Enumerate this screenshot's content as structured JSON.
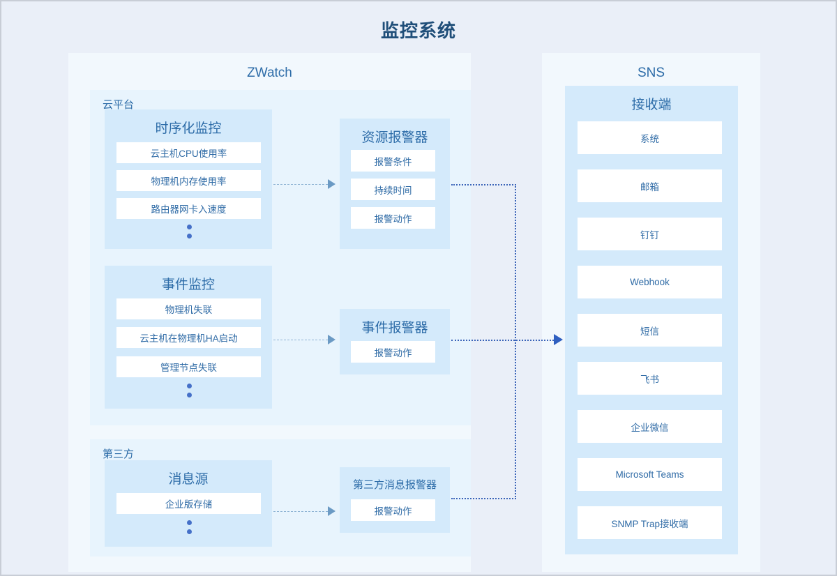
{
  "page": {
    "title": "监控系统",
    "background_color": "#eaeff8"
  },
  "colors": {
    "title": "#1f4e79",
    "heading": "#2d6ca8",
    "panel": "#f2f8fd",
    "group": "#e8f4fd",
    "card": "#d4eafb",
    "item_bg": "#ffffff",
    "item_text": "#2f6ba6",
    "dashed_connector": "#8fb4d4",
    "dotted_connector": "#3a63b8",
    "dot_marker": "#4570c8"
  },
  "zwatch": {
    "heading": "ZWatch",
    "groups": [
      {
        "label": "云平台",
        "cards": [
          {
            "title": "时序化监控",
            "items": [
              "云主机CPU使用率",
              "物理机内存使用率",
              "路由器网卡入速度"
            ],
            "has_ellipsis": true
          },
          {
            "title": "事件监控",
            "items": [
              "物理机失联",
              "云主机在物理机HA启动",
              "管理节点失联"
            ],
            "has_ellipsis": true
          }
        ]
      },
      {
        "label": "第三方",
        "cards": [
          {
            "title": "消息源",
            "items": [
              "企业版存储"
            ],
            "has_ellipsis": true
          }
        ]
      }
    ],
    "alarms": [
      {
        "title": "资源报警器",
        "items": [
          "报警条件",
          "持续时间",
          "报警动作"
        ]
      },
      {
        "title": "事件报警器",
        "items": [
          "报警动作"
        ]
      },
      {
        "title": "第三方消息报警器",
        "items": [
          "报警动作"
        ]
      }
    ]
  },
  "sns": {
    "heading": "SNS",
    "receiver": {
      "title": "接收端",
      "items": [
        "系统",
        "邮箱",
        "钉钉",
        "Webhook",
        "短信",
        "飞书",
        "企业微信",
        "Microsoft Teams",
        "SNMP Trap接收端"
      ]
    }
  }
}
